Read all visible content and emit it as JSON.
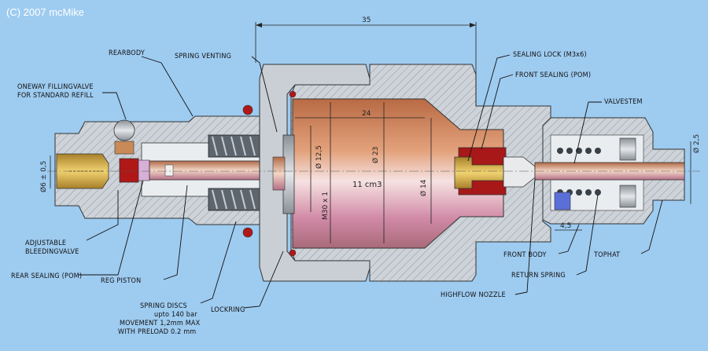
{
  "copyright": "(C) 2007 mcMike",
  "colors": {
    "background": "#9ecbf0",
    "steel": "#c9cfd4",
    "copper": "#c98560",
    "brass": "#c8a040",
    "red_seal": "#b01818",
    "spring": "#4a5560"
  },
  "labels": {
    "rearbody": "REARBODY",
    "spring_venting": "SPRING VENTING",
    "oneway_valve_line1": "ONEWAY FILLINGVALVE",
    "oneway_valve_line2": "FOR STANDARD REFILL",
    "adjustable_line1": "ADJUSTABLE",
    "adjustable_line2": "BLEEDINGVALVE",
    "rear_sealing": "REAR SEALING (POM)",
    "reg_piston": "REG PISTON",
    "spring_discs_line1": "SPRING DISCS",
    "spring_discs_line2": "upto 140 bar",
    "spring_discs_line3": "MOVEMENT 1,2mm MAX",
    "spring_discs_line4": "WITH PRELOAD 0.2 mm",
    "lockring": "LOCKRING",
    "highflow_nozzle": "HIGHFLOW NOZZLE",
    "sealing_lock": "SEALING LOCK (M3x6)",
    "front_sealing": "FRONT SEALING (POM)",
    "valvestem": "VALVESTEM",
    "front_body": "FRONT BODY",
    "return_spring": "RETURN SPRING",
    "tophat": "TOPHAT"
  },
  "dimensions": {
    "overall_35": "35",
    "d24": "24",
    "d12_5": "Ø 12,5",
    "d23": "Ø 23",
    "d14": "Ø 14",
    "thread": "M30 x 1",
    "volume": "11 cm3",
    "d6": "Ø6 ± 0,5",
    "d2_5": "Ø 2,5",
    "d4_5": "4,5"
  }
}
